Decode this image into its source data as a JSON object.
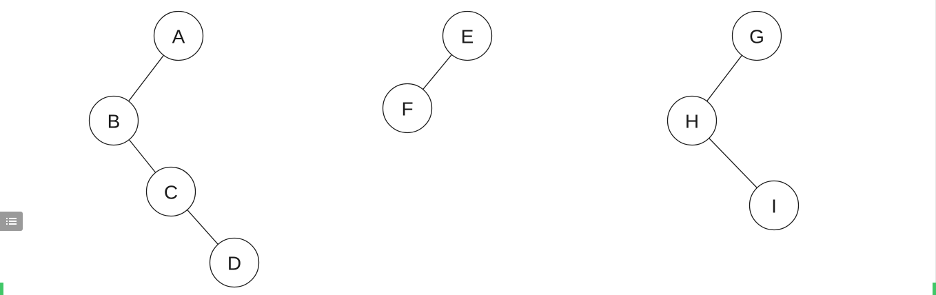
{
  "diagram": {
    "type": "binary-trees",
    "line_color": "#1a1a1a",
    "node_fill": "#ffffff",
    "nodes": [
      {
        "id": "A",
        "label": "A"
      },
      {
        "id": "B",
        "label": "B"
      },
      {
        "id": "C",
        "label": "C"
      },
      {
        "id": "D",
        "label": "D"
      },
      {
        "id": "E",
        "label": "E"
      },
      {
        "id": "F",
        "label": "F"
      },
      {
        "id": "G",
        "label": "G"
      },
      {
        "id": "H",
        "label": "H"
      },
      {
        "id": "I",
        "label": "I"
      }
    ],
    "edges": [
      {
        "from": "A",
        "to": "B",
        "side": "left"
      },
      {
        "from": "B",
        "to": "C",
        "side": "right"
      },
      {
        "from": "C",
        "to": "D",
        "side": "right"
      },
      {
        "from": "E",
        "to": "F",
        "side": "left"
      },
      {
        "from": "G",
        "to": "H",
        "side": "left"
      },
      {
        "from": "H",
        "to": "I",
        "side": "right"
      }
    ]
  },
  "ui": {
    "toc_button_icon": "list-icon",
    "toc_button_color": "#9a9a9a",
    "edge_accent_color": "#41c768"
  }
}
